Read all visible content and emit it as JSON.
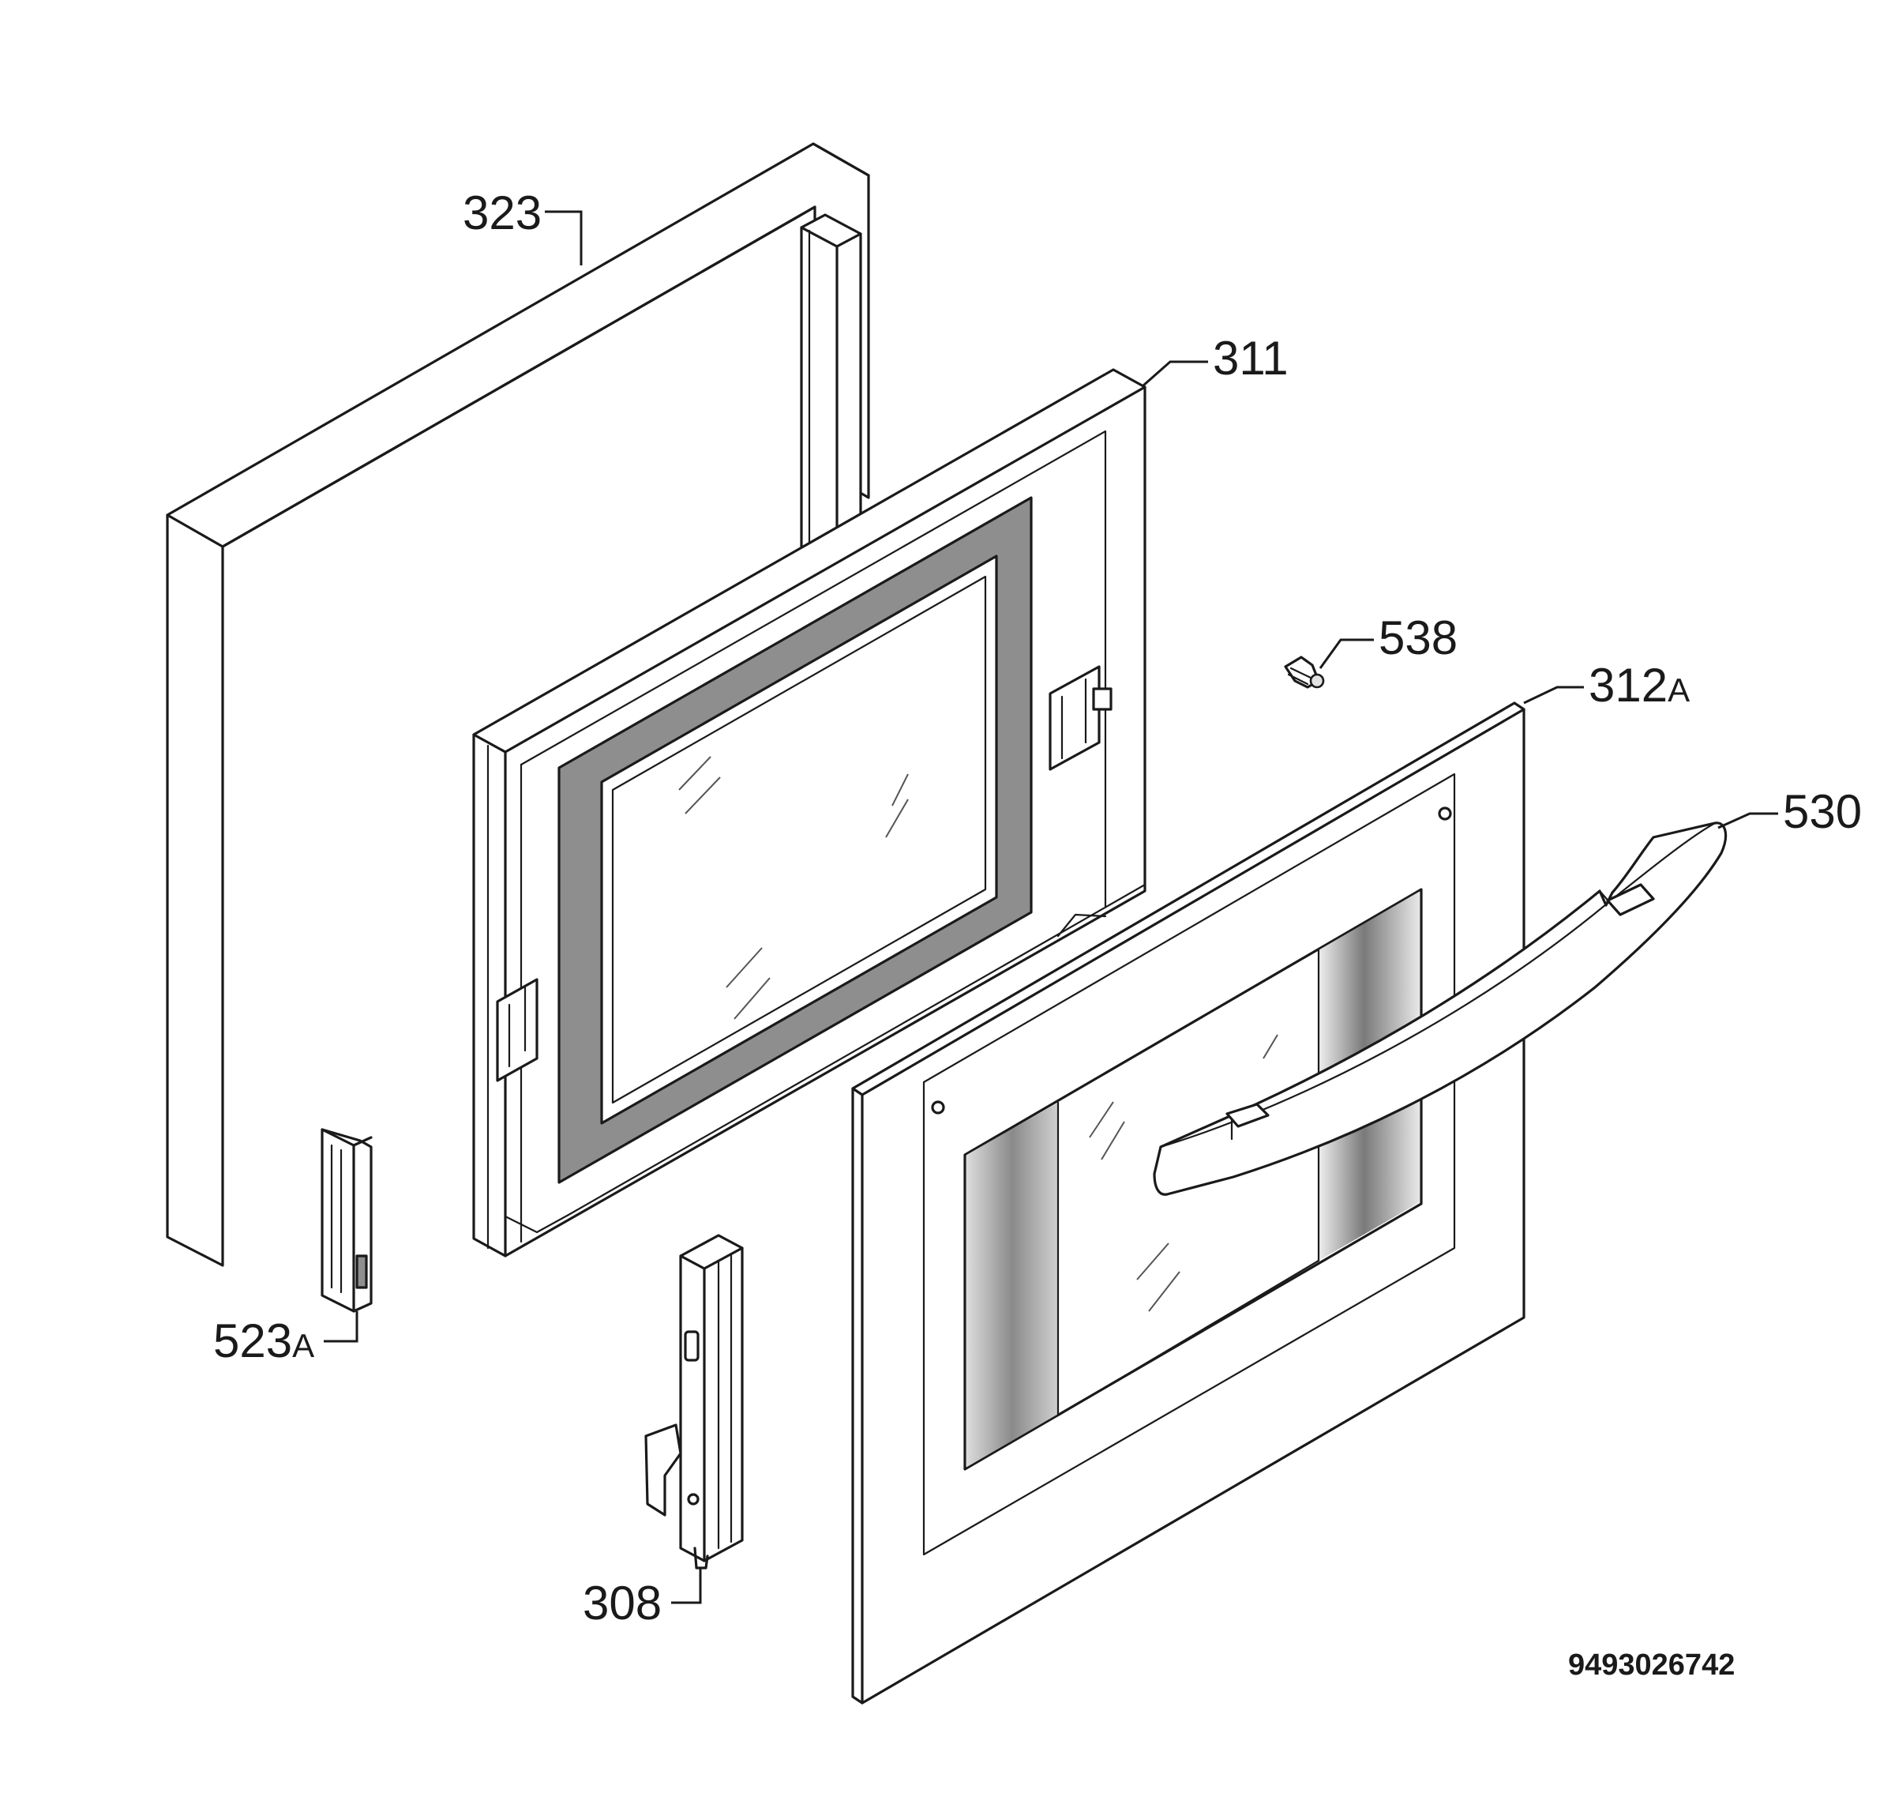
{
  "diagram": {
    "parts": [
      {
        "id": "p323",
        "main": "323",
        "suffix": ""
      },
      {
        "id": "p311",
        "main": "311",
        "suffix": ""
      },
      {
        "id": "p538",
        "main": "538",
        "suffix": ""
      },
      {
        "id": "p312",
        "main": "312",
        "suffix": "A"
      },
      {
        "id": "p530",
        "main": "530",
        "suffix": ""
      },
      {
        "id": "p523",
        "main": "523",
        "suffix": "A"
      },
      {
        "id": "p308",
        "main": "308",
        "suffix": ""
      }
    ],
    "drawing_number": "9493026742"
  }
}
